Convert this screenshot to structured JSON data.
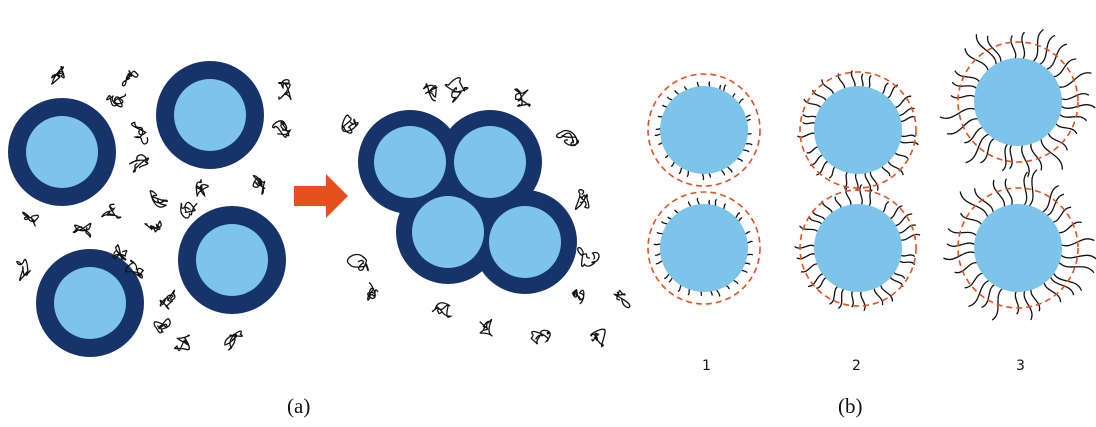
{
  "panels": {
    "a": {
      "label": "(a)"
    },
    "b": {
      "label": "(b)",
      "columns": [
        "1",
        "2",
        "3"
      ]
    }
  },
  "colors": {
    "core": "#7cc4ea",
    "shell": "#17346a",
    "polymer": "#111111",
    "arrow": "#e5501d",
    "dashed_ring": "#e5501d"
  },
  "icons": {
    "arrow": "arrow-right-icon",
    "polymer_coil": "polymer-coil-icon",
    "grafted_chain": "polymer-chain-icon"
  }
}
